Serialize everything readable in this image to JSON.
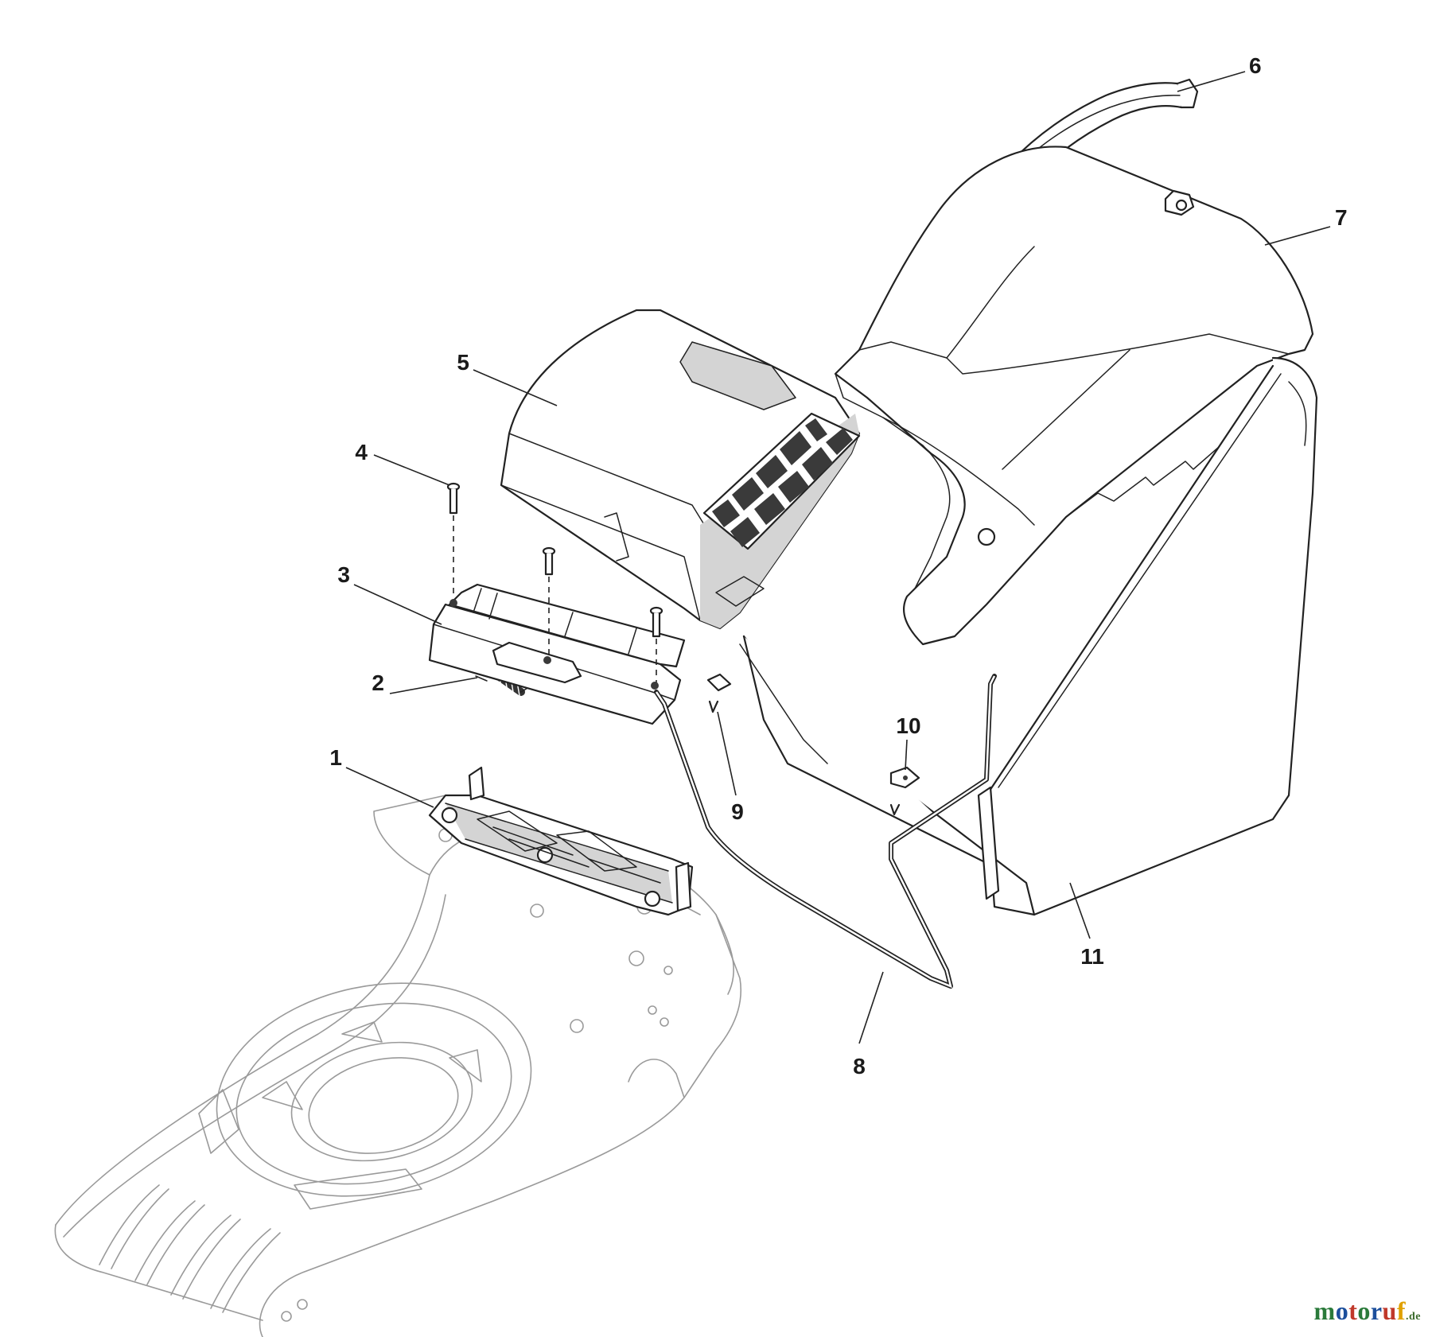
{
  "parts": [
    {
      "id": "part-1",
      "number": "1"
    },
    {
      "id": "part-2",
      "number": "2"
    },
    {
      "id": "part-3",
      "number": "3"
    },
    {
      "id": "part-4",
      "number": "4"
    },
    {
      "id": "part-5",
      "number": "5"
    },
    {
      "id": "part-6",
      "number": "6"
    },
    {
      "id": "part-7",
      "number": "7"
    },
    {
      "id": "part-8",
      "number": "8"
    },
    {
      "id": "part-9",
      "number": "9"
    },
    {
      "id": "part-10",
      "number": "10"
    },
    {
      "id": "part-11",
      "number": "11"
    }
  ],
  "watermark": {
    "name": "motoruf",
    "tld": ".de",
    "letter_colors": [
      "#2a7a3a",
      "#1c4f9c",
      "#c0392b",
      "#2a7a3a",
      "#1c4f9c",
      "#c0392b",
      "#e0a000"
    ]
  }
}
